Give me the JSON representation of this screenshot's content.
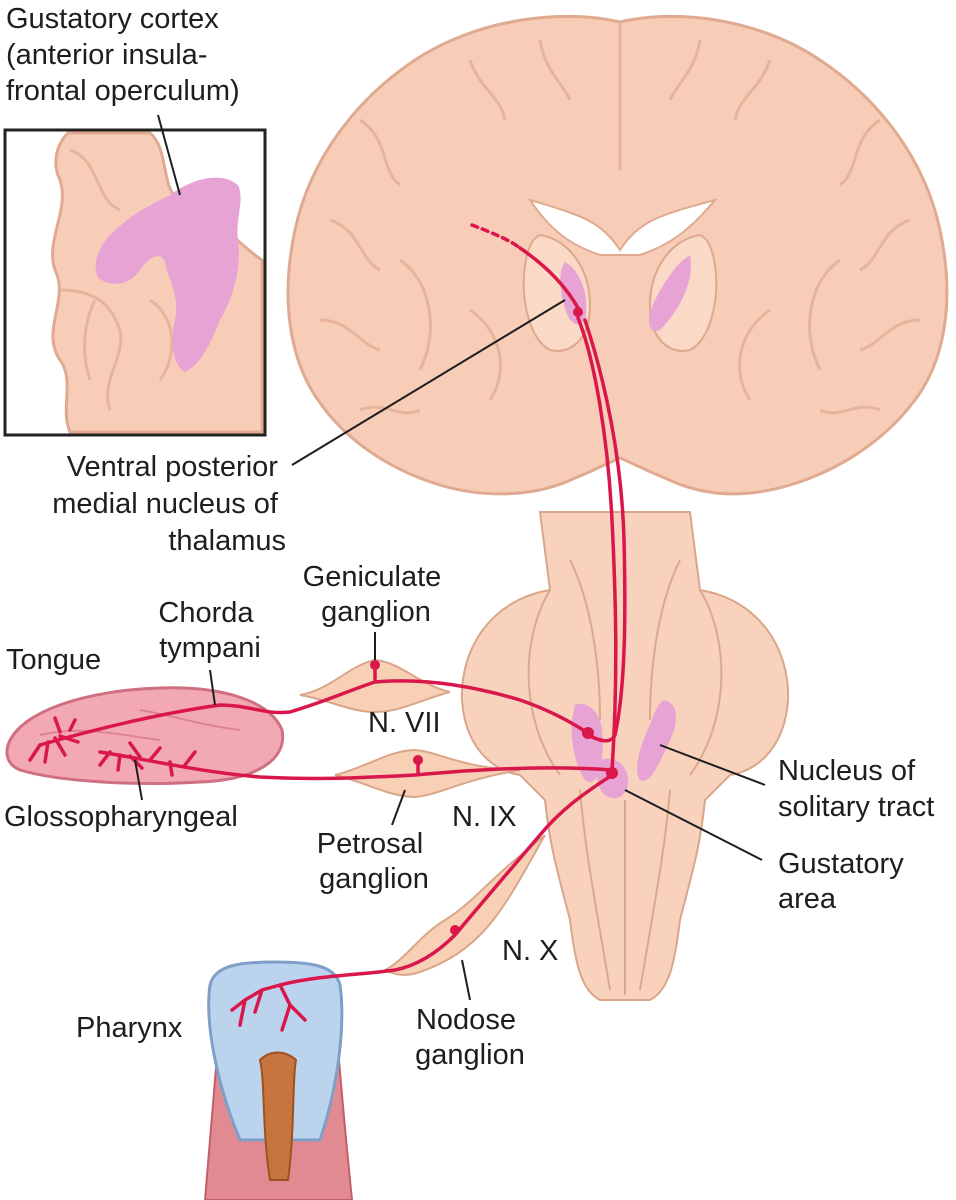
{
  "labels": {
    "gustatory_cortex": [
      "Gustatory cortex",
      "(anterior insula-",
      "frontal operculum)"
    ],
    "vpm_thalamus": [
      "Ventral posterior",
      "medial nucleus of",
      "thalamus"
    ],
    "geniculate_ganglion": [
      "Geniculate",
      "ganglion"
    ],
    "chorda_tympani": [
      "Chorda",
      "tympani"
    ],
    "tongue": "Tongue",
    "n_vii": "N. VII",
    "nucleus_solitary_tract": [
      "Nucleus of",
      "solitary tract"
    ],
    "glossopharyngeal": "Glossopharyngeal",
    "n_ix": "N. IX",
    "petrosal_ganglion": [
      "Petrosal",
      "ganglion"
    ],
    "gustatory_area": [
      "Gustatory",
      "area"
    ],
    "n_x": "N. X",
    "pharynx": "Pharynx",
    "nodose_ganglion": [
      "Nodose",
      "ganglion"
    ]
  },
  "colors": {
    "nerve": "#d9174b",
    "brain_tissue": "#f7cdb7",
    "gustatory_region": "#e6a3d4",
    "pharynx_lumen": "#bcd3ee",
    "pharynx_wall": "#e28a92"
  }
}
